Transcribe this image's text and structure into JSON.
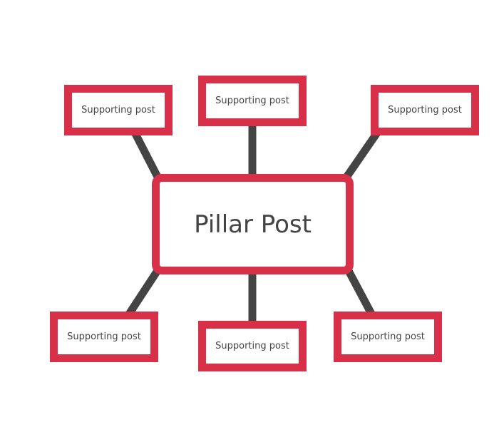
{
  "colors": {
    "box_border": "#d9304a",
    "connector": "#444444",
    "text": "#444444"
  },
  "pillar": {
    "label": "Pillar Post"
  },
  "supporting": [
    {
      "label": "Supporting post"
    },
    {
      "label": "Supporting post"
    },
    {
      "label": "Supporting post"
    },
    {
      "label": "Supporting post"
    },
    {
      "label": "Supporting post"
    },
    {
      "label": "Supporting post"
    }
  ]
}
